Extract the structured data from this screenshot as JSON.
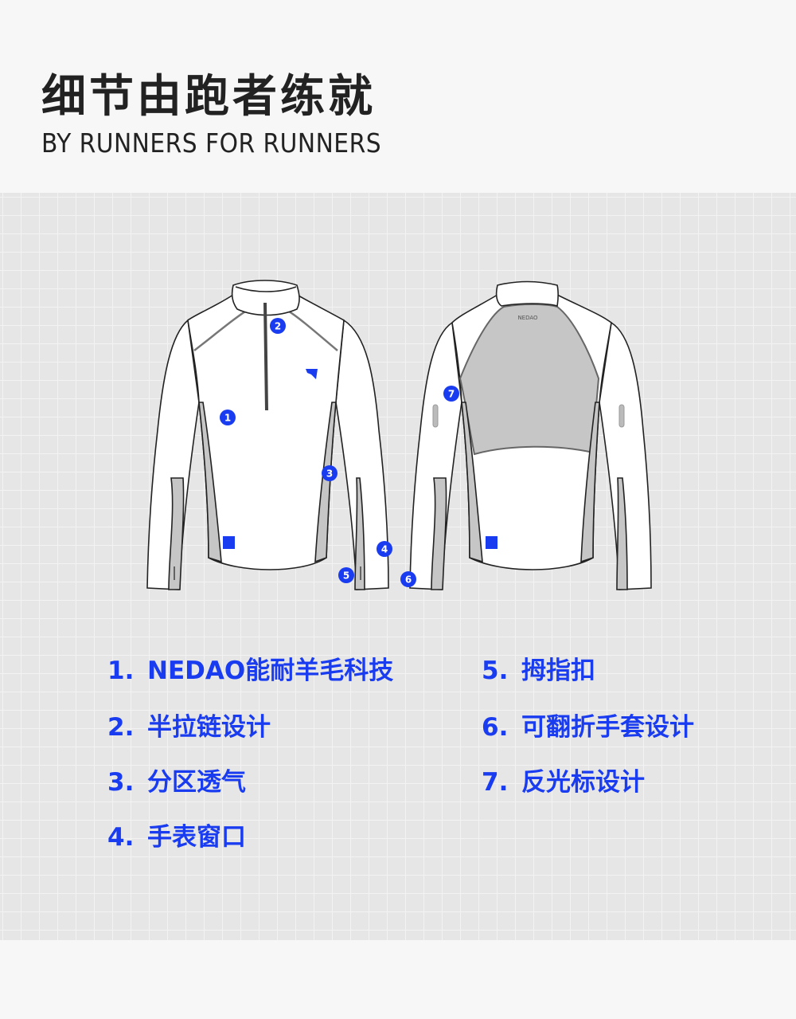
{
  "header": {
    "title": "细节由跑者练就",
    "subtitle": "BY RUNNERS FOR RUNNERS"
  },
  "back_label": "NEDAO",
  "accent_color": "#1a3cf0",
  "markers": [
    "1",
    "2",
    "3",
    "4",
    "5",
    "6",
    "7"
  ],
  "features": [
    {
      "num": "1.",
      "label": "NEDAO能耐羊毛科技"
    },
    {
      "num": "2.",
      "label": "半拉链设计"
    },
    {
      "num": "3.",
      "label": "分区透气"
    },
    {
      "num": "4.",
      "label": "手表窗口"
    },
    {
      "num": "5.",
      "label": "拇指扣"
    },
    {
      "num": "6.",
      "label": "可翻折手套设计"
    },
    {
      "num": "7.",
      "label": "反光标设计"
    }
  ]
}
